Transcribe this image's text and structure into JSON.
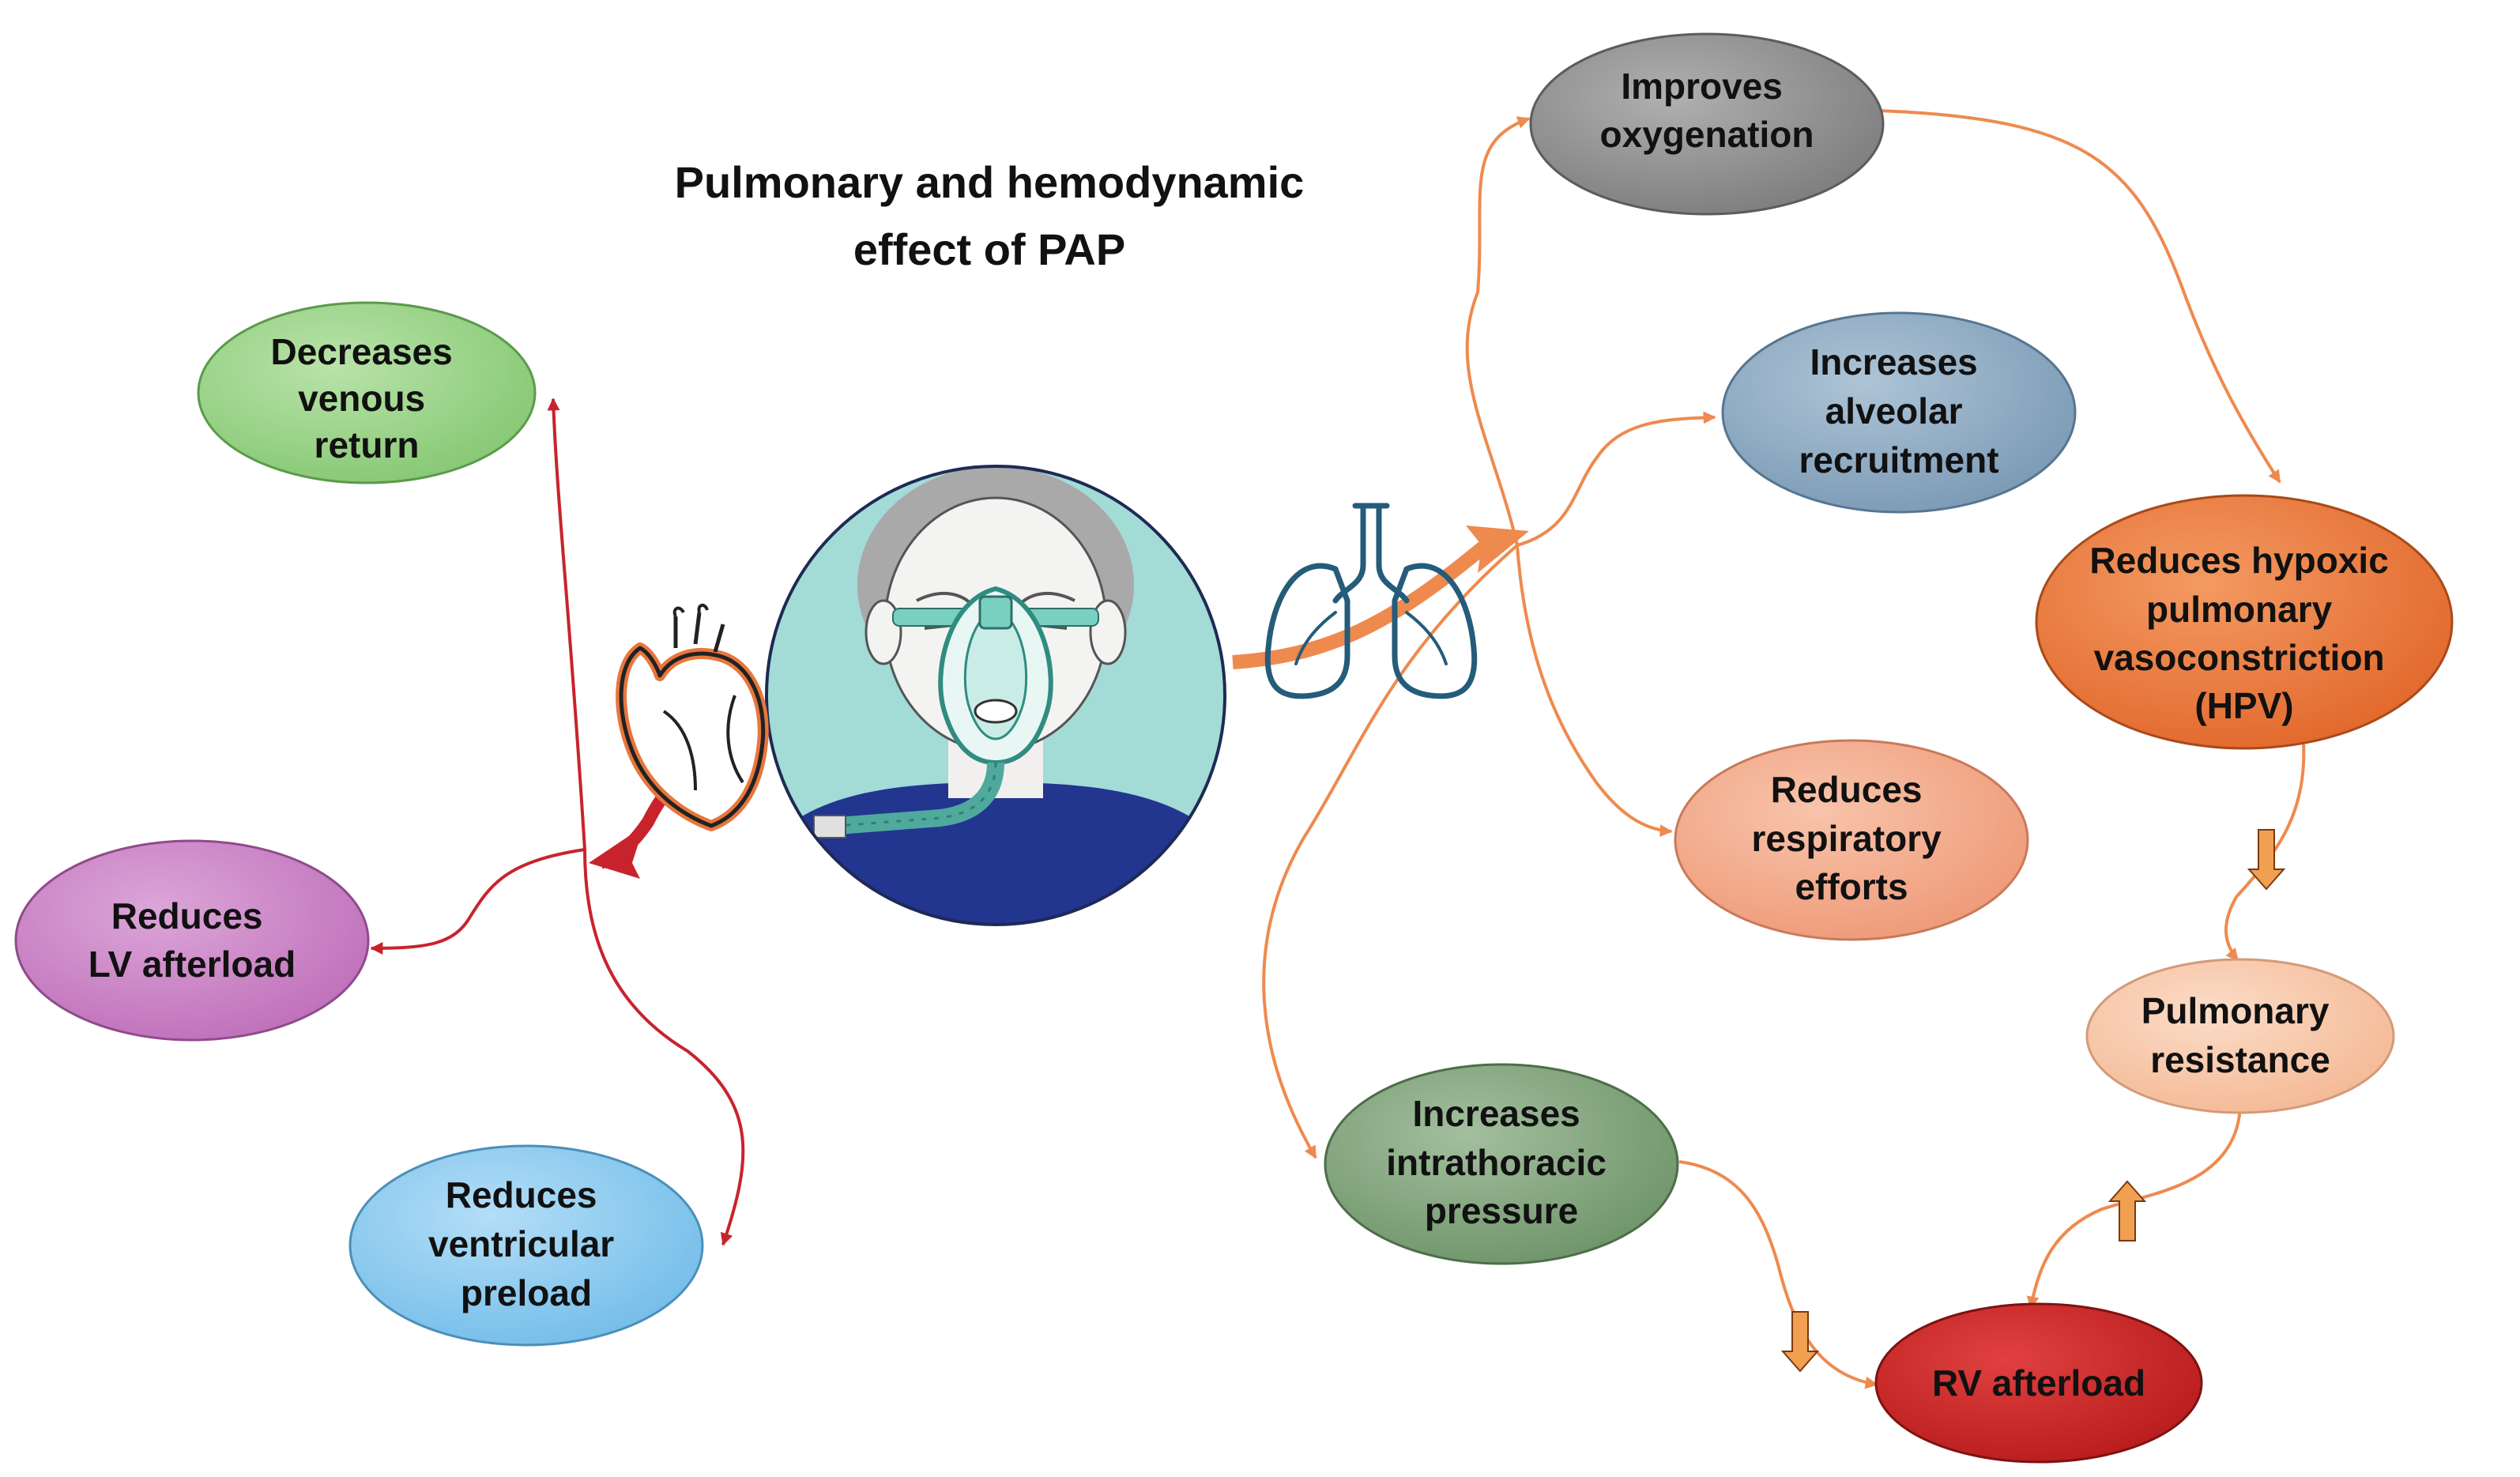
{
  "title": {
    "line1": "Pulmonary and hemodynamic",
    "line2": "effect of PAP"
  },
  "nodes": {
    "decreases_venous_return": [
      "Decreases",
      "venous",
      "return"
    ],
    "reduces_lv_afterload": [
      "Reduces",
      "LV afterload"
    ],
    "reduces_ventricular_preload": [
      "Reduces",
      "ventricular",
      "preload"
    ],
    "improves_oxygenation": [
      "Improves",
      "oxygenation"
    ],
    "increases_alveolar_recruitment": [
      "Increases",
      "alveolar",
      "recruitment"
    ],
    "reduces_hpv": [
      "Reduces hypoxic",
      "pulmonary",
      "vasoconstriction",
      "(HPV)"
    ],
    "reduces_respiratory_efforts": [
      "Reduces",
      "respiratory",
      "efforts"
    ],
    "pulmonary_resistance": [
      "Pulmonary",
      "resistance"
    ],
    "increases_intrathoracic_pressure": [
      "Increases",
      "intrathoracic",
      "pressure"
    ],
    "rv_afterload": [
      "RV afterload"
    ]
  },
  "colors": {
    "green": "#8fcf7e",
    "purple": "#c97fc4",
    "light_blue": "#86c8ef",
    "gray": "#8e8e8e",
    "slate_blue": "#8aa7bf",
    "orange": "#e8763c",
    "salmon": "#f2a889",
    "peach": "#f7c7a9",
    "dark_green": "#7ea079",
    "red": "#c62424",
    "arrow_red": "#c8232c",
    "arrow_orange": "#ee8a4e",
    "patient_bg": "#a3dbd6",
    "shirt": "#22358f"
  },
  "icons": {
    "patient": "patient-with-cpap-mask",
    "heart": "heart-icon",
    "lungs": "lungs-icon"
  }
}
